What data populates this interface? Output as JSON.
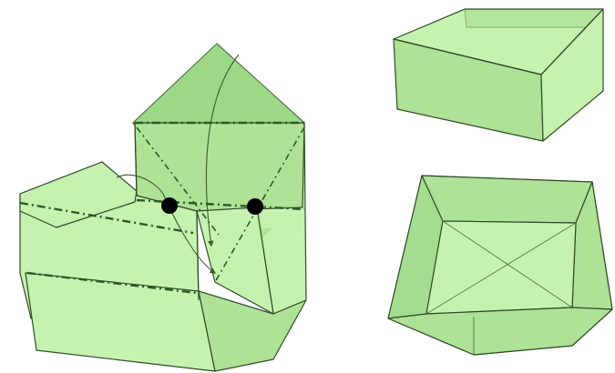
{
  "colors": {
    "paper_light": "#c6f2b0",
    "paper_mid": "#aee296",
    "paper_dark": "#8fd07c",
    "edge_line": "#2f4a27",
    "fold_line": "#2a5a24",
    "marker": "#000000"
  },
  "figures": [
    {
      "name": "folding-step-diagram",
      "description_icon": "origami-box-folding-icon"
    },
    {
      "name": "finished-box-exterior",
      "description_icon": "origami-box-closed-icon"
    },
    {
      "name": "finished-box-interior",
      "description_icon": "origami-box-open-icon"
    }
  ],
  "markers": {
    "count": 2
  }
}
